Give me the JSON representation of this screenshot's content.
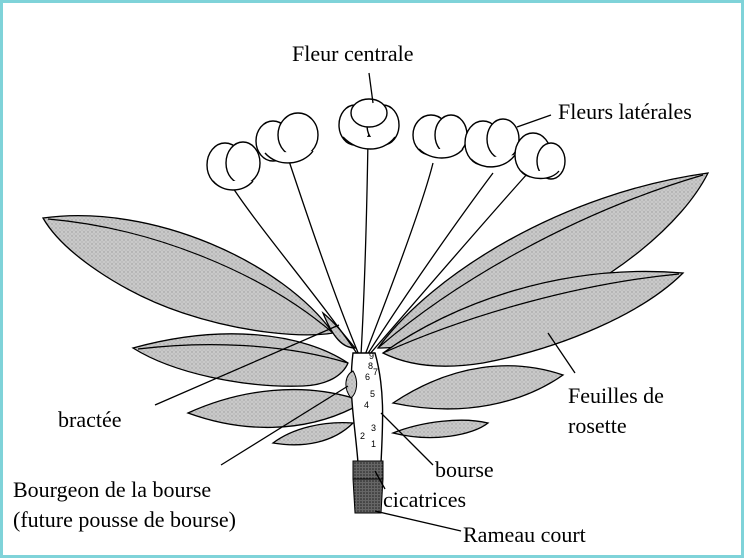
{
  "labels": {
    "central_flower": "Fleur centrale",
    "lateral_flowers": "Fleurs latérales",
    "rosette_leaves_1": "Feuilles de",
    "rosette_leaves_2": "rosette",
    "bract": "bractée",
    "bourse": "bourse",
    "bud_1": "Bourgeon de la bourse",
    "bud_2": "(future pousse de bourse)",
    "scars": "cicatrices",
    "spur": "Rameau court"
  },
  "node_numbers": [
    "1",
    "2",
    "3",
    "4",
    "5",
    "6",
    "7",
    "8",
    "9"
  ],
  "colors": {
    "frame_border": "#7fd3d9",
    "leaf_fill": "#c4c4c4",
    "ink": "#000000"
  }
}
